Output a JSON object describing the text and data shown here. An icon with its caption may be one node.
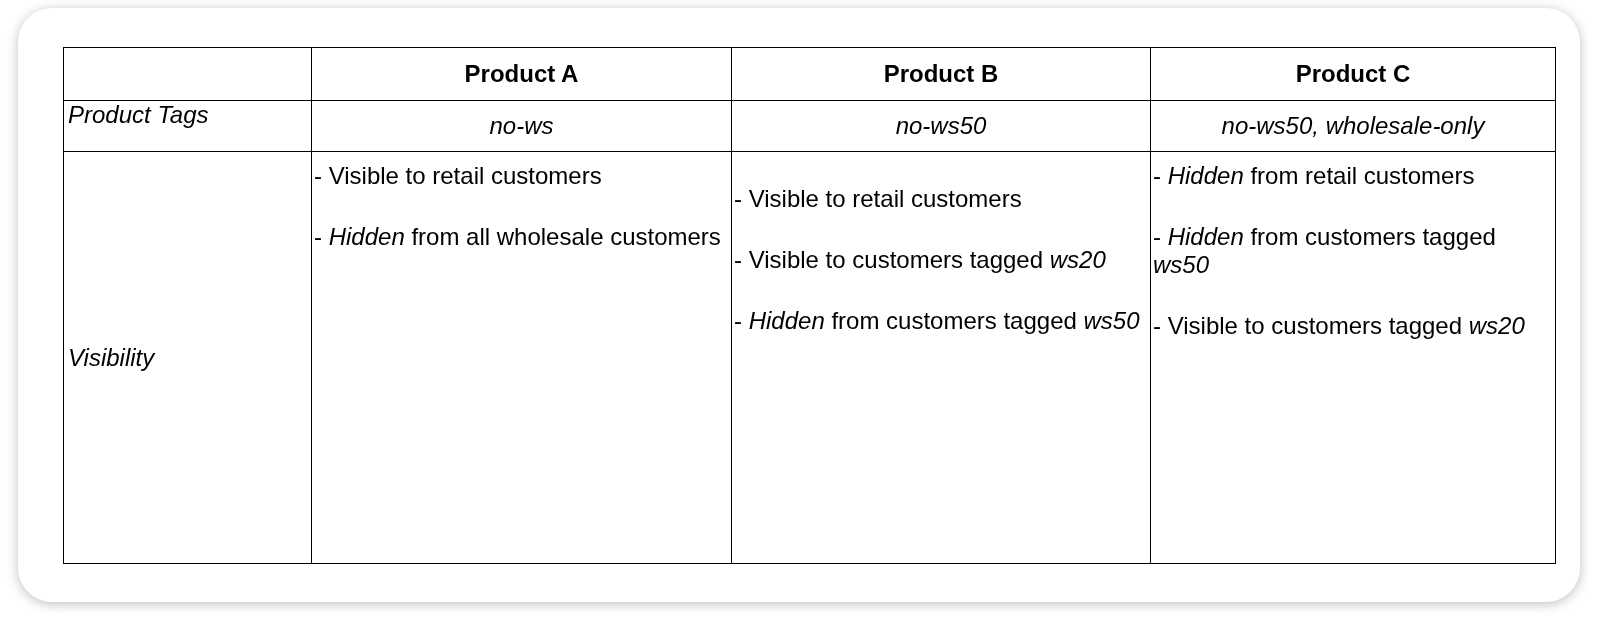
{
  "diagram": {
    "labels": [
      "Product A",
      "Product B",
      "Product C",
      "Product Tags",
      "no-ws",
      "no-ws50",
      "no-ws50, wholesale-only",
      "Visibility",
      "- Visible to retail customers",
      "- *Hidden* from all wholesale customers",
      "- Visible to retail customers",
      "- Visible to customers tagged *ws20*",
      "- *Hidden* from customers tagged *ws50*",
      "- *Hidden* from retail customers",
      "- *Hidden* from customers tagged *ws50*",
      "- Visible to customers tagged *ws20*"
    ]
  }
}
